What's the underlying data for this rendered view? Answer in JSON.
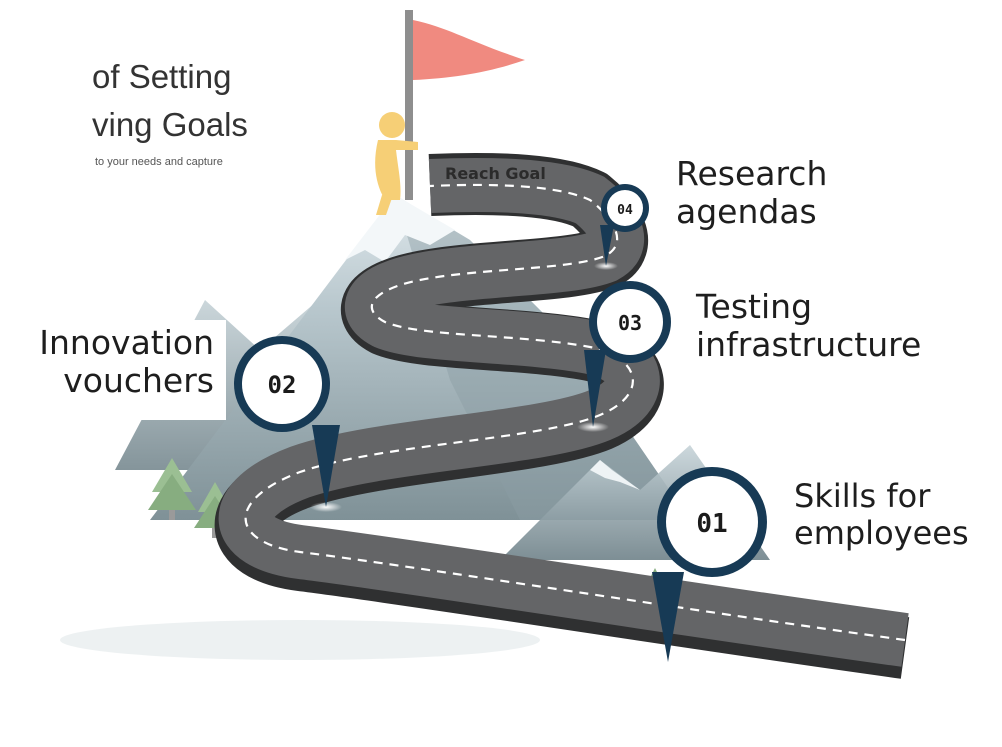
{
  "title": {
    "line1": "of Setting",
    "line2": "ving Goals",
    "subtitle": "to your needs and capture"
  },
  "goal_label": "Reach Goal",
  "steps": [
    {
      "number": "01",
      "line1": "Skills for",
      "line2": "employees"
    },
    {
      "number": "02",
      "line1": "Innovation",
      "line2": "vouchers"
    },
    {
      "number": "03",
      "line1": "Testing",
      "line2": "infrastructure"
    },
    {
      "number": "04",
      "line1": "Research",
      "line2": "agendas"
    }
  ],
  "colors": {
    "road": "#5f6062",
    "road_edge": "#2f3031",
    "marker": "#173a55",
    "flag": "#f08a80",
    "figure": "#f6cf76",
    "mountain": "#a9b9bf",
    "snow": "#eef3f5",
    "tree": "#8cb285"
  }
}
